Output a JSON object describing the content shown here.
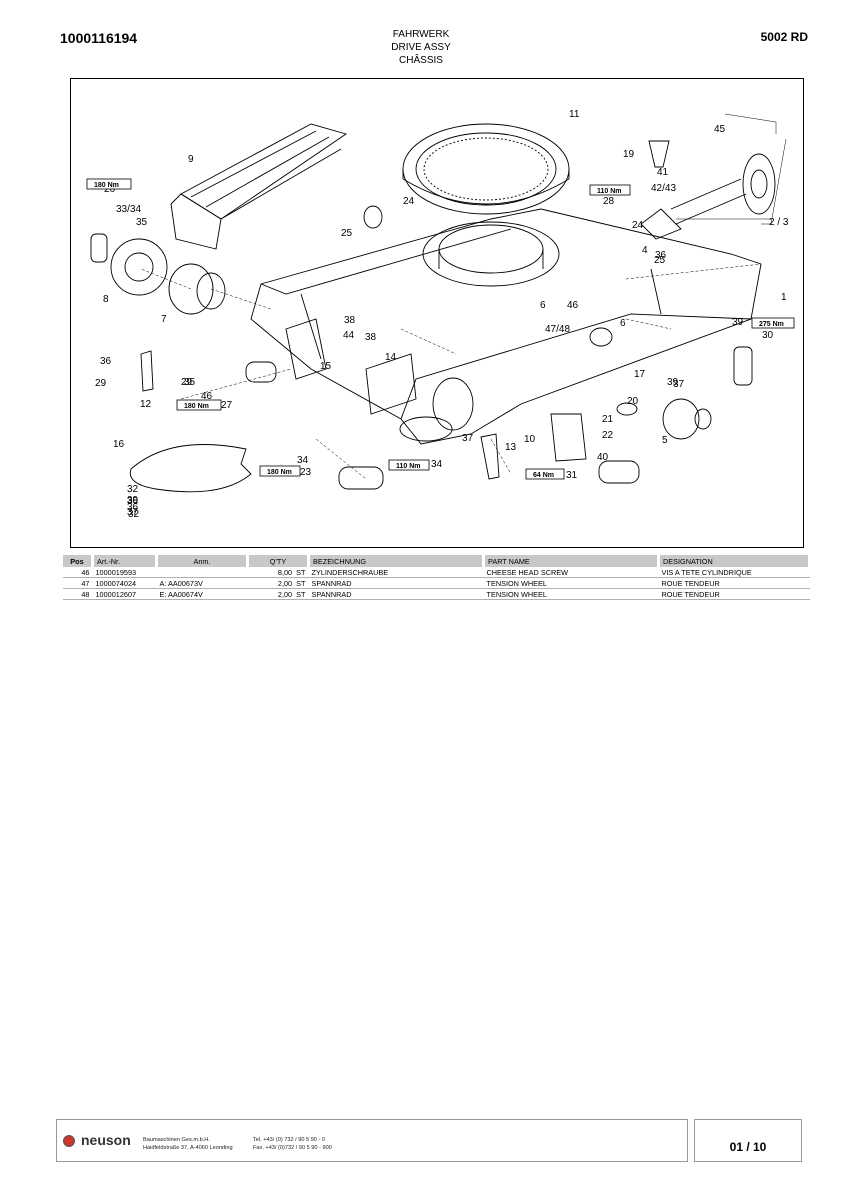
{
  "header": {
    "doc_number": "1000116194",
    "title_de": "FAHRWERK",
    "title_en": "DRIVE ASSY",
    "title_fr": "CHÂSSIS",
    "model": "5002 RD"
  },
  "figure": {
    "callouts": [
      "1",
      "2 / 3",
      "4",
      "5",
      "6",
      "7",
      "8",
      "9",
      "10",
      "11",
      "12",
      "13",
      "14",
      "15",
      "16",
      "17",
      "19",
      "20",
      "21",
      "22",
      "23",
      "24",
      "25",
      "26",
      "27",
      "28",
      "29",
      "30",
      "31",
      "32",
      "33/34",
      "34",
      "35",
      "36",
      "37",
      "38",
      "39",
      "40",
      "41",
      "42/43",
      "44",
      "45",
      "46",
      "47/48",
      "6",
      "24",
      "25",
      "36",
      "38",
      "46",
      "29",
      "34",
      "35",
      "36",
      "36",
      "37",
      "39",
      "32",
      "37",
      "39"
    ],
    "torque_labels": [
      "180 Nm",
      "110 Nm",
      "275 Nm",
      "180 Nm",
      "180 Nm",
      "110 Nm",
      "64 Nm"
    ]
  },
  "table": {
    "headers": [
      "Pos",
      "Art.-Nr.",
      "Anm.",
      "Q'TY",
      "BEZEICHNUNG",
      "PART NAME",
      "DESIGNATION"
    ],
    "rows": [
      {
        "pos": "46",
        "art": "1000019593",
        "anm": "",
        "qty": "8,00",
        "unit": "ST",
        "bez": "ZYLINDERSCHRAUBE",
        "name": "CHEESE HEAD SCREW",
        "desig": "VIS A TETE CYLINDRIQUE"
      },
      {
        "pos": "47",
        "art": "1000074024",
        "anm": "A: AA00673V",
        "qty": "2,00",
        "unit": "ST",
        "bez": "SPANNRAD",
        "name": "TENSION WHEEL",
        "desig": "ROUE TENDEUR"
      },
      {
        "pos": "48",
        "art": "1000012607",
        "anm": "E: AA00674V",
        "qty": "2,00",
        "unit": "ST",
        "bez": "SPANNRAD",
        "name": "TENSION WHEEL",
        "desig": "ROUE TENDEUR"
      }
    ]
  },
  "footer": {
    "brand": "neuson",
    "company_line1": "Baumaschinen Ges.m.b.H.",
    "company_line2": "Haidfeldstraße 37, A-4060 Leonding",
    "phone": "Tel. +43/ (0) 732 / 90 5 90 - 0",
    "fax": "Fax. +43/ (0)732 / 90 5 90 - 900",
    "page": "01 / 10"
  }
}
